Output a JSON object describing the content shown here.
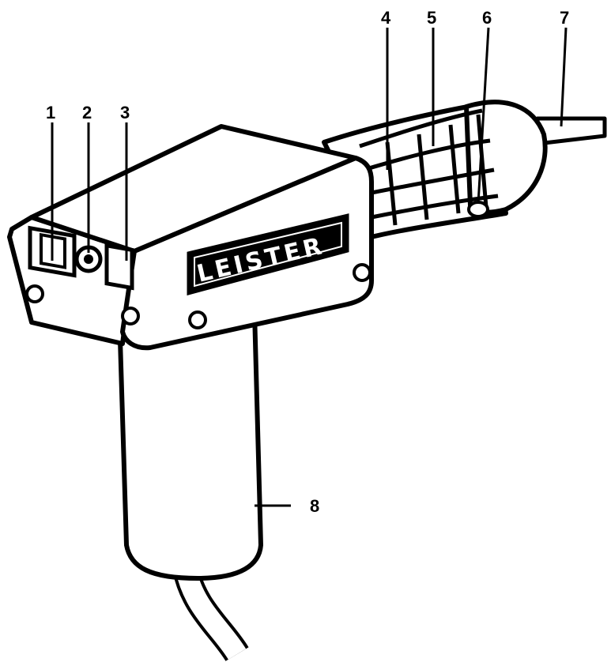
{
  "diagram": {
    "brand_label": "LEISTER",
    "callouts": [
      {
        "id": "1",
        "label": "1"
      },
      {
        "id": "2",
        "label": "2"
      },
      {
        "id": "3",
        "label": "3"
      },
      {
        "id": "4",
        "label": "4"
      },
      {
        "id": "5",
        "label": "5"
      },
      {
        "id": "6",
        "label": "6"
      },
      {
        "id": "7",
        "label": "7"
      },
      {
        "id": "8",
        "label": "8"
      }
    ]
  },
  "colors": {
    "ink": "#000000",
    "paper": "#ffffff"
  }
}
